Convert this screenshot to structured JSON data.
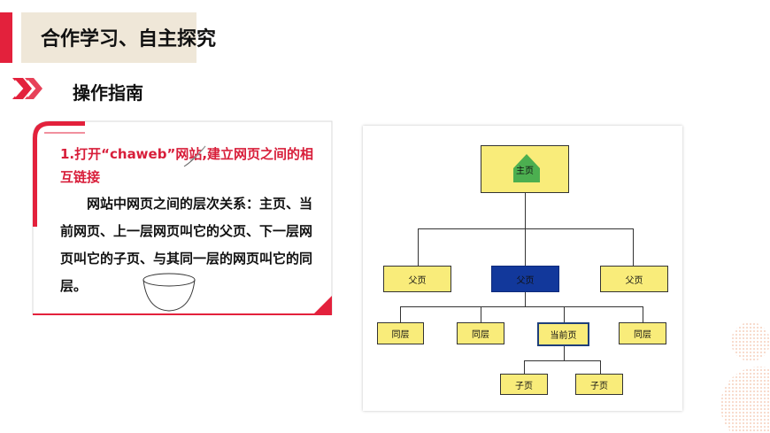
{
  "header": {
    "title": "合作学习、自主探究",
    "subtitle": "操作指南"
  },
  "card": {
    "heading": "1.打开“chaweb”网站,建立网页之间的相互链接",
    "body": "网站中网页之间的层次关系：主页、当前网页、上一层网页叫它的父页、下一层网页叫它的子页、与其同一层的网页叫它的同层。"
  },
  "diagram": {
    "root": "主页",
    "parents": [
      "父页",
      "父页",
      "父页"
    ],
    "siblings": [
      "同层",
      "同层",
      "当前页",
      "同层"
    ],
    "children": [
      "子页",
      "子页"
    ]
  },
  "colors": {
    "accent_red": "#e3213c",
    "node_yellow": "#f9ec7a",
    "node_blue": "#12389b",
    "triangle_green": "#4caf50"
  }
}
